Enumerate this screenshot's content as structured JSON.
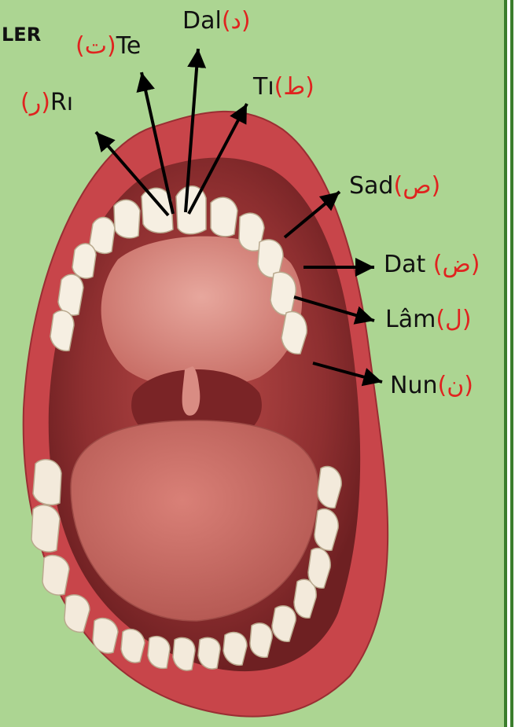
{
  "fragment_text": "LER",
  "colors": {
    "background": "#acd592",
    "label_text": "#111111",
    "arabic_letter": "#e0231f",
    "arrow": "#000000",
    "lips": "#c8454a",
    "mouth_inside": "#8a2a2c",
    "teeth": "#f6efe2",
    "tongue": "#c86a63"
  },
  "labels": [
    {
      "id": "ri",
      "latin": "Rı",
      "arabic": "(ر)"
    },
    {
      "id": "te",
      "latin": "Te",
      "arabic": "(ت)"
    },
    {
      "id": "dal",
      "latin": "Dal",
      "arabic": "(د)"
    },
    {
      "id": "ti",
      "latin": "Tı",
      "arabic": "(ط)"
    },
    {
      "id": "sad",
      "latin": "Sad",
      "arabic": "(ص)"
    },
    {
      "id": "dat",
      "latin": "Dat",
      "arabic": "(ض)"
    },
    {
      "id": "lam",
      "latin": "Lâm",
      "arabic": "(ل)"
    },
    {
      "id": "nun",
      "latin": "Nun",
      "arabic": "(ن)"
    }
  ]
}
